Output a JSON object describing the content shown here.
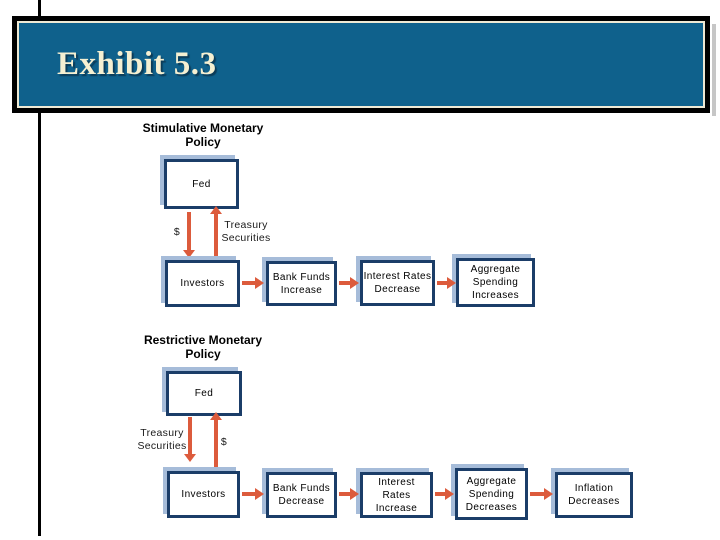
{
  "header": {
    "title": "Exhibit 5.3"
  },
  "colors": {
    "header_bg": "#0f618c",
    "header_border": "#000000",
    "header_inner_line": "#eee9d4",
    "header_text": "#f5f0d2",
    "box_fill": "#ffffff",
    "box_border": "#1b3d68",
    "box_shadow": "#a6bcd9",
    "arrow": "#dc5b3c",
    "accent_line": "#000000"
  },
  "diagrams": [
    {
      "title": "Stimulative Monetary\nPolicy",
      "fed": "Fed",
      "down_label": "$",
      "up_label": "Treasury\nSecurities",
      "boxes": [
        "Investors",
        "Bank Funds\nIncrease",
        "Interest Rates\nDecrease",
        "Aggregate\nSpending\nIncreases"
      ]
    },
    {
      "title": "Restrictive Monetary\nPolicy",
      "fed": "Fed",
      "down_label": "Treasury\nSecurities",
      "up_label": "$",
      "boxes": [
        "Investors",
        "Bank Funds\nDecrease",
        "Interest Rates\nIncrease",
        "Aggregate\nSpending\nDecreases",
        "Inflation\nDecreases"
      ]
    }
  ]
}
